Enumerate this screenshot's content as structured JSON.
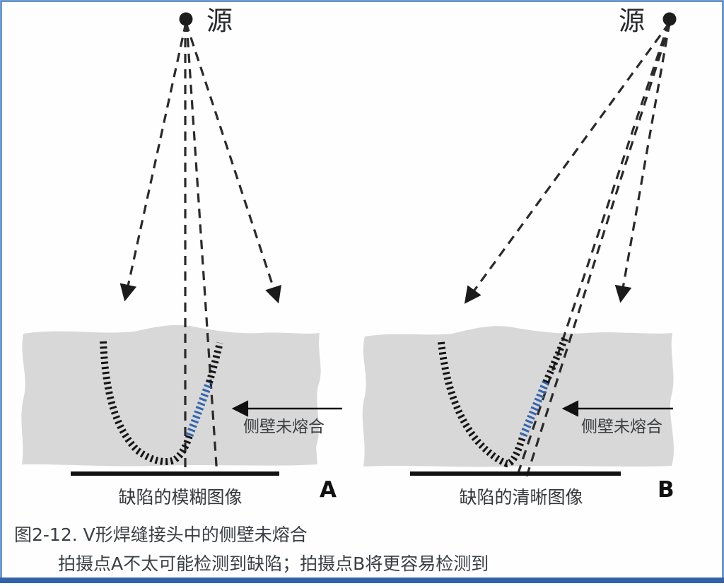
{
  "figure": {
    "panels": [
      {
        "source_label": "源",
        "defect_label": "侧壁未熔合",
        "panel_letter": "A",
        "caption": "缺陷的模糊图像"
      },
      {
        "source_label": "源",
        "defect_label": "侧壁未熔合",
        "panel_letter": "B",
        "caption": "缺陷的清晰图像"
      }
    ],
    "caption_line1": "图2-12. V形焊缝接头中的侧壁未熔合",
    "caption_line2": "拍摄点A不太可能检测到缺陷；拍摄点B将更容易检测到"
  },
  "colors": {
    "frame_border": "#4f80c0",
    "frame_bottom_bar": "#3263a8",
    "material_gray": "#d8d8d8",
    "defect_blue": "#3565ae",
    "line_black": "#1b1b1b"
  }
}
